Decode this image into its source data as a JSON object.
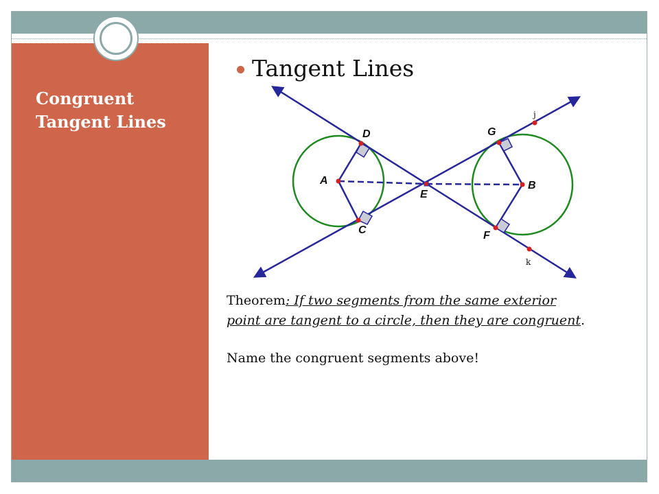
{
  "sidebar": {
    "title_line1": "Congruent",
    "title_line2": "Tangent Lines"
  },
  "main": {
    "title": "Tangent Lines",
    "theorem_prefix": "Theorem",
    "theorem_line1": ":  If two segments from the same exterior",
    "theorem_line2": " point are tangent to a circle, then they are congruent",
    "theorem_end": ".",
    "prompt": "Name the congruent segments above!"
  },
  "diagram": {
    "points": {
      "A": "A",
      "B": "B",
      "C": "C",
      "D": "D",
      "E": "E",
      "F": "F",
      "G": "G",
      "j": "j",
      "k": "k"
    }
  },
  "colors": {
    "accent_sidebar": "#cf654a",
    "band": "#8aa9a8",
    "line": "#27279c",
    "circle": "#1f8a1f",
    "point": "#d42020"
  }
}
